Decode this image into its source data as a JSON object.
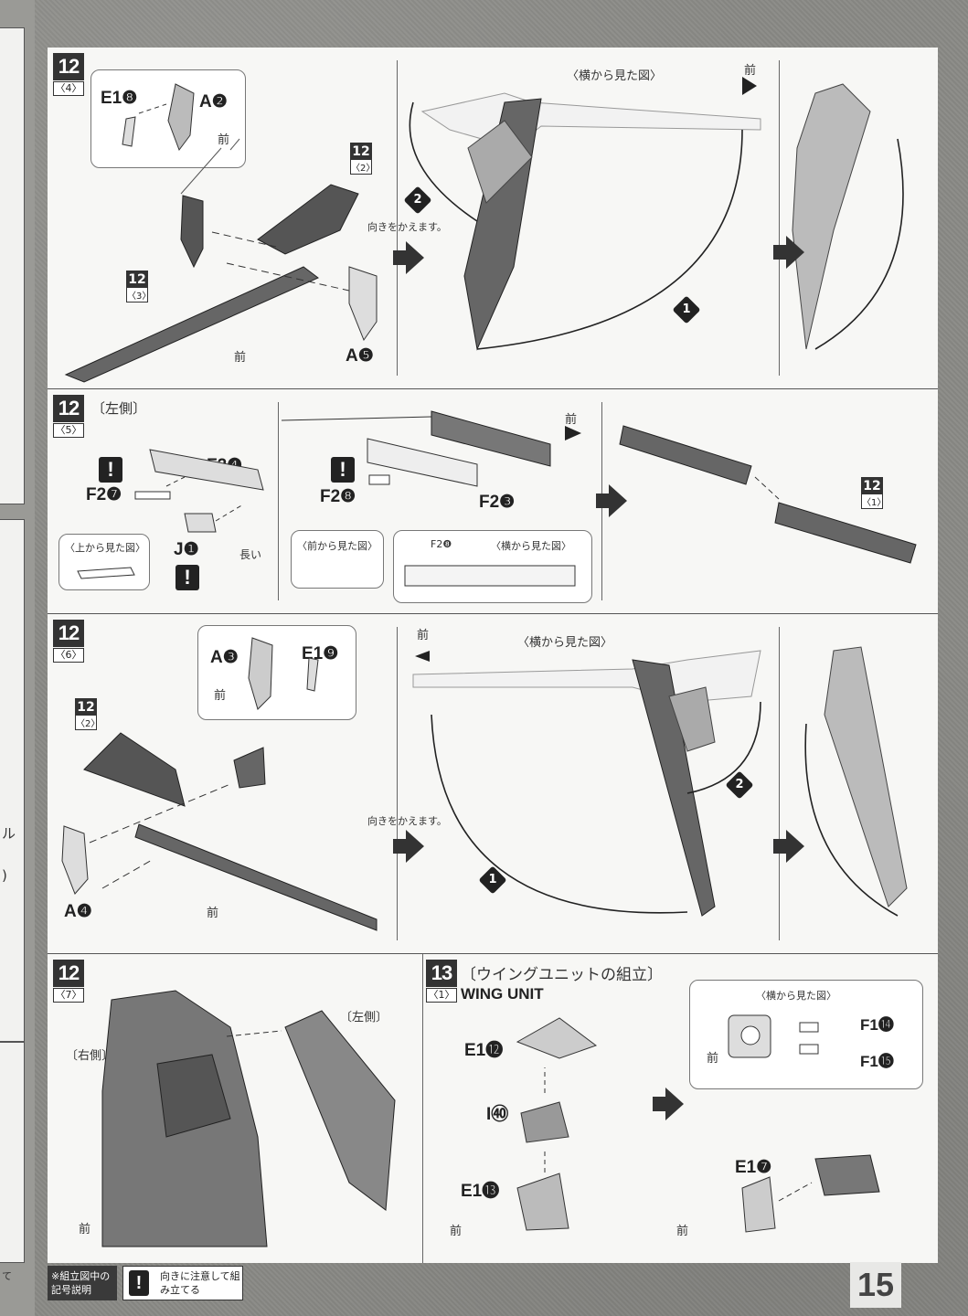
{
  "page_number": "15",
  "steps": {
    "s12_4": {
      "step": "12",
      "sub": "〈4〉",
      "parts": {
        "e1": "E1",
        "e1n": "❽",
        "a": "A",
        "an": "❷",
        "a5": "A",
        "a5n": "❺"
      },
      "ref_top": {
        "n": "12",
        "s": "〈2〉"
      },
      "ref_bottom": {
        "n": "12",
        "s": "〈3〉"
      },
      "front": "前",
      "turn_note": "向きをかえます。",
      "side_view": "〈横から見た図〉",
      "order1": "1",
      "order2": "2"
    },
    "s12_5": {
      "step": "12",
      "sub": "〈5〉",
      "heading": "〔左側〕",
      "f24": "F2❹",
      "f27": "F2❼",
      "j1": "J❶",
      "long": "長い",
      "top_view": "〈上から見た図〉",
      "f28": "F2❽",
      "f23": "F2❸",
      "front_view": "〈前から見た図〉",
      "f28b": "F2❽",
      "side_view": "〈横から見た図〉",
      "front": "前",
      "ref": {
        "n": "12",
        "s": "〈1〉"
      }
    },
    "s12_6": {
      "step": "12",
      "sub": "〈6〉",
      "a3": "A❸",
      "e19": "E1❾",
      "front": "前",
      "ref": {
        "n": "12",
        "s": "〈2〉"
      },
      "a4": "A❹",
      "turn_note": "向きをかえます。",
      "side_view": "〈横から見た図〉",
      "order1": "1",
      "order2": "2"
    },
    "s12_7": {
      "step": "12",
      "sub": "〈7〉",
      "right": "〔右側〕",
      "left": "〔左側〕",
      "front": "前"
    },
    "s13_1": {
      "step": "13",
      "sub": "〈1〉",
      "heading": "〔ウイングユニットの組立〕",
      "english": "WING UNIT",
      "e112": "E1⓬",
      "i40": "I㊵",
      "e113": "E1⓭",
      "side_view": "〈横から見た図〉",
      "f114": "F1⓮",
      "f115": "F1⓯",
      "e17": "E1❼",
      "front": "前"
    }
  },
  "legend": {
    "title": "※組立図中の記号説明",
    "note": "向きに注意して組み立てる",
    "warn_icon": "!"
  },
  "prev_page_glyphs": [
    "ル",
    ")",
    "て"
  ]
}
